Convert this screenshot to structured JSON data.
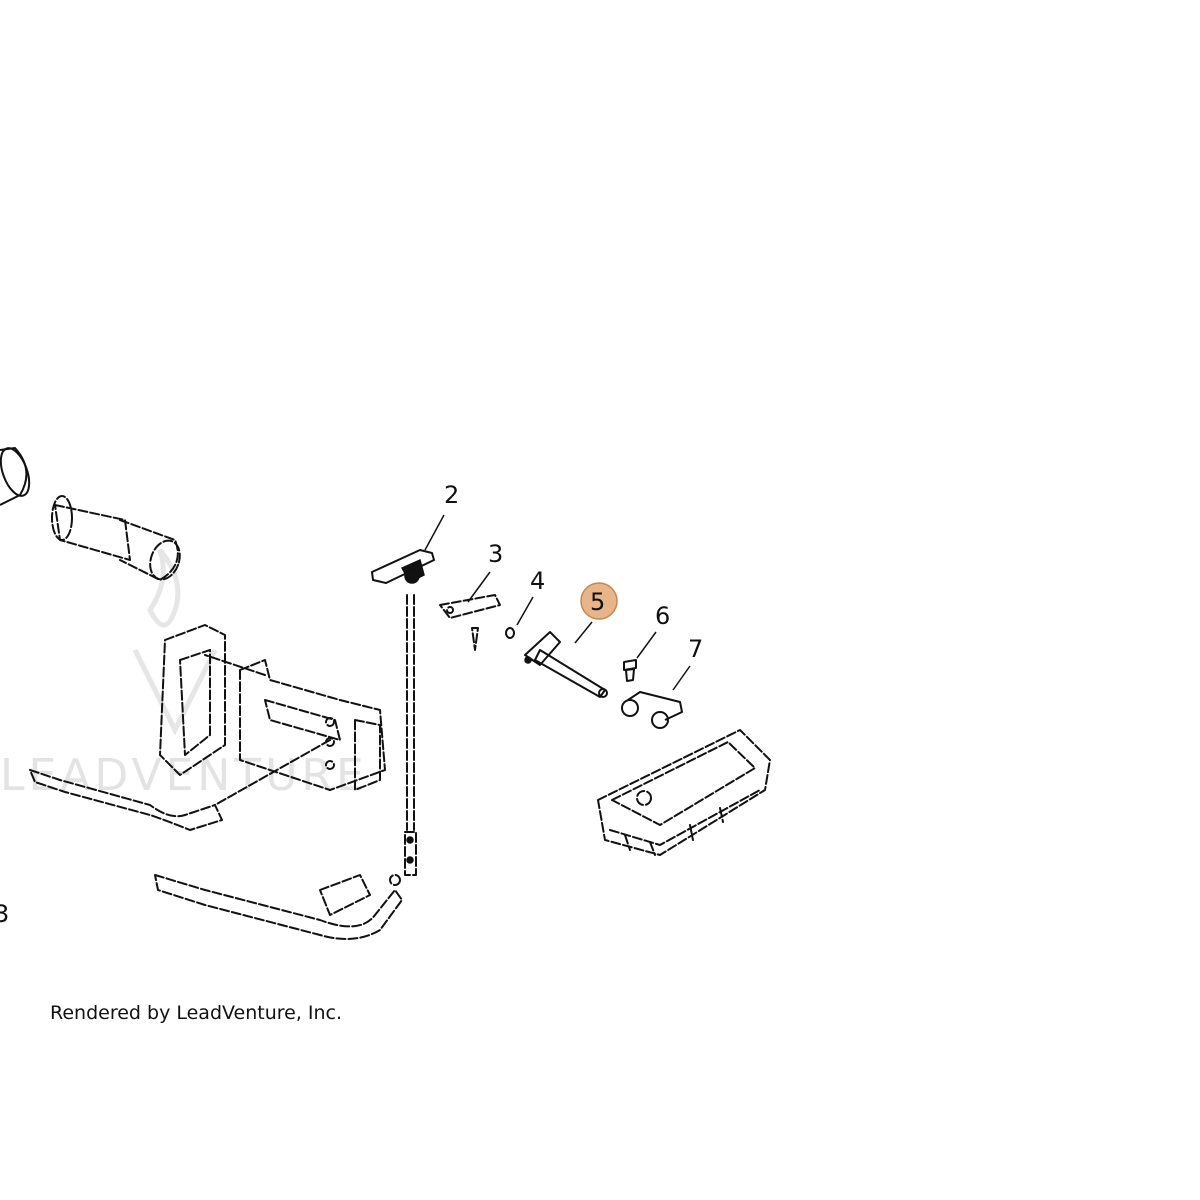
{
  "diagram": {
    "watermark": "LEADVENTURE",
    "callouts": [
      {
        "id": "3b",
        "label": "3"
      },
      {
        "id": "2",
        "label": "2"
      },
      {
        "id": "3",
        "label": "3"
      },
      {
        "id": "4",
        "label": "4"
      },
      {
        "id": "5",
        "label": "5",
        "highlighted": true
      },
      {
        "id": "6",
        "label": "6"
      },
      {
        "id": "7",
        "label": "7"
      }
    ],
    "highlight_color": "#e8b48a",
    "highlight_stroke": "#c8864e"
  },
  "footer": {
    "credit": "Rendered by LeadVenture, Inc."
  }
}
